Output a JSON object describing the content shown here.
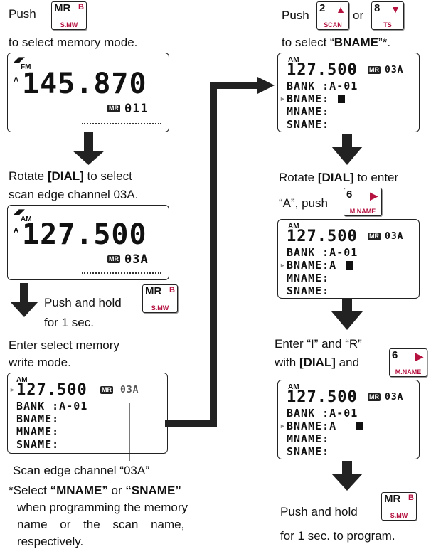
{
  "left": {
    "push": "Push",
    "select_memory_mode": "to select memory mode.",
    "rotate_prefix": "Rotate ",
    "dial": "[DIAL]",
    "rotate_suffix": " to select",
    "scan_edge_line": "scan edge channel 03A.",
    "push_hold": "Push and hold",
    "for_1_sec": "for 1 sec.",
    "enter_select_1": "Enter select memory",
    "enter_select_2": "write mode.",
    "scan_edge_caption": "Scan edge channel “03A”",
    "footnote_star": "*",
    "footnote_1a": "Select ",
    "footnote_mname": "“MNAME”",
    "footnote_or": " or ",
    "footnote_sname": "“SNAME”",
    "footnote_2": "when programming the memory",
    "footnote_3": "name or the scan name,",
    "footnote_4": "respectively."
  },
  "right": {
    "push": "Push",
    "or": "or",
    "to_select_prefix": "to select “",
    "bname": "BNAME",
    "to_select_suffix": "”*.",
    "rotate_prefix": "Rotate ",
    "dial": "[DIAL]",
    "rotate_suffix": " to enter",
    "a_push": "“A”, push",
    "enter_ir": "Enter “I” and “R”",
    "with": "with ",
    "and": " and",
    "push_hold": "Push and hold",
    "for_program": "for 1 sec. to program."
  },
  "keys": {
    "mr_main": "MR",
    "mr_sup": "B",
    "mr_sub": "S.MW",
    "k2_main": "2",
    "k2_sub": "SCAN",
    "k8_main": "8",
    "k8_sub": "TS",
    "k6_main": "6",
    "k6_sub": "M.NAME"
  },
  "lcd": {
    "fm": "FM",
    "am": "AM",
    "freq1": "145.870",
    "freq2": "127.500",
    "mr": "MR",
    "ch011": "011",
    "ch03a": "03A",
    "bank": "BANK  :A-01",
    "bname": "BNAME:",
    "bname_a": "BNAME:A",
    "mname": "MNAME:",
    "sname": "SNAME:",
    "sub_freq": "127.500"
  },
  "colors": {
    "accent": "#b5123f",
    "arrow": "#222222"
  }
}
